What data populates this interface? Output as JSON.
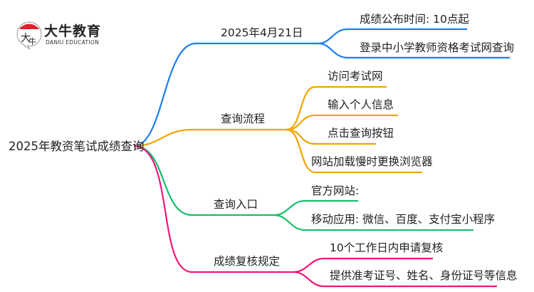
{
  "logo": {
    "name_cn": "大牛教育",
    "name_en": "DANIU EDUCATION",
    "mark": "大牛"
  },
  "root": "2025年教资笔试成绩查询",
  "colors": {
    "blue": "#1a7ff2",
    "orange": "#f2a500",
    "green": "#17c06a",
    "pink": "#f0187a"
  },
  "branches": [
    {
      "label": "2025年4月21日",
      "children": [
        "成绩公布时间: 10点起",
        "登录中小学教师资格考试网查询"
      ]
    },
    {
      "label": "查询流程",
      "children": [
        "访问考试网",
        "输入个人信息",
        "点击查询按钮",
        "网站加载慢时更换浏览器"
      ]
    },
    {
      "label": "查询入口",
      "children": [
        "官方网站:",
        "移动应用: 微信、百度、支付宝小程序"
      ]
    },
    {
      "label": "成绩复核规定",
      "children": [
        "10个工作日内申请复核",
        "提供准考证号、姓名、身份证号等信息"
      ]
    }
  ]
}
